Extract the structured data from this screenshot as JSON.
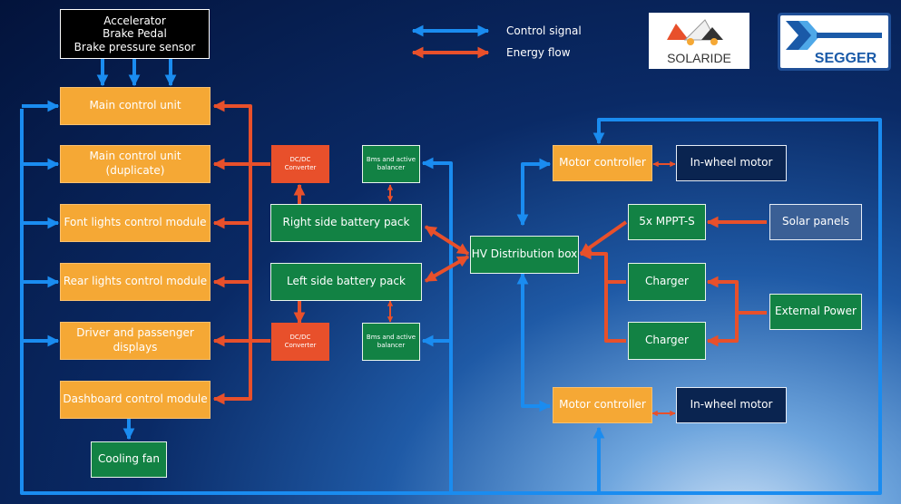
{
  "legend": {
    "control": "Control signal",
    "energy": "Energy flow"
  },
  "logos": {
    "solaride": "SOLARIDE",
    "segger": "SEGGER"
  },
  "colors": {
    "control_signal": "#1a8cf0",
    "energy_flow": "#e8502b",
    "control_box": "#f5a835",
    "battery_box": "#128244",
    "converter_box": "#e8502b"
  },
  "nodes": {
    "sensors": "Accelerator\nBrake Pedal\nBrake pressure sensor",
    "main_control_unit": "Main control unit",
    "main_control_unit_dup": "Main control unit\n(duplicate)",
    "front_lights": "Font lights control module",
    "rear_lights": "Rear lights control module",
    "displays": "Driver and passenger\ndisplays",
    "dashboard": "Dashboard control module",
    "cooling_fan": "Cooling fan",
    "dcdc_top": "DC/DC\nConverter",
    "dcdc_bottom": "DC/DC\nConverter",
    "bms_top": "Bms and active\nbalancer",
    "bms_bottom": "Bms and active\nbalancer",
    "right_battery": "Right side battery pack",
    "left_battery": "Left side battery pack",
    "hv_box": "HV Distribution box",
    "motor_ctrl_top": "Motor controller",
    "motor_ctrl_bottom": "Motor controller",
    "wheel_motor_top": "In-wheel motor",
    "wheel_motor_bottom": "In-wheel motor",
    "mppt": "5x MPPT-S",
    "charger_top": "Charger",
    "charger_bottom": "Charger",
    "solar_panels": "Solar panels",
    "external_power": "External Power"
  }
}
